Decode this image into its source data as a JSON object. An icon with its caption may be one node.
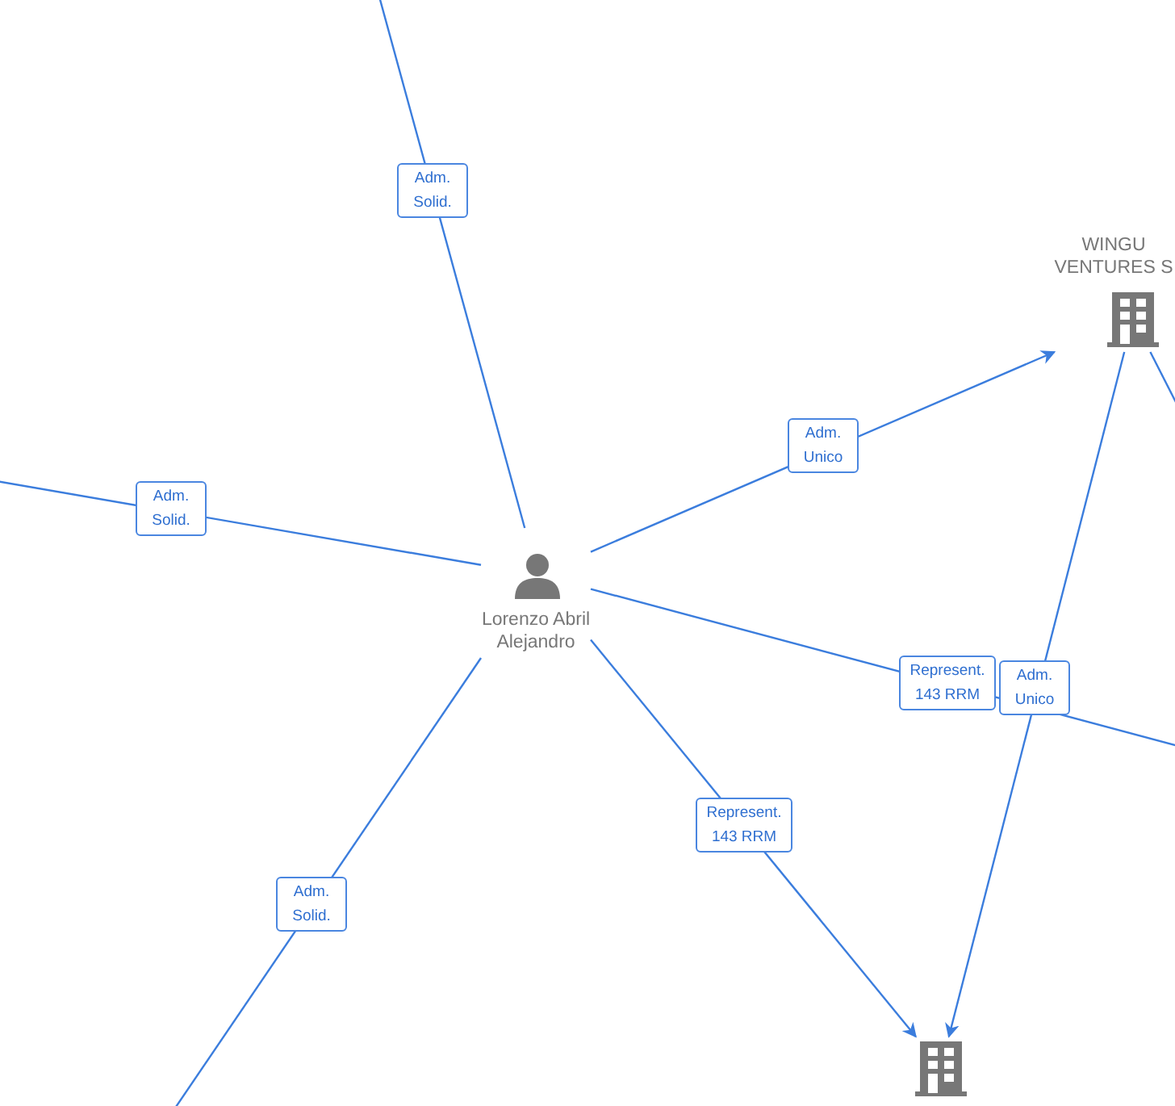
{
  "diagram": {
    "nodes": [
      {
        "text": [
          "Lorenzo Abril Alejandro"
        ]
      },
      {
        "text": [
          "WINGU VENTURES S"
        ]
      },
      {
        "text": [],
        "shape": "building"
      }
    ],
    "edges": [
      {
        "from": 0,
        "to": null,
        "arrow": "none",
        "label": "Adm. Solid."
      },
      {
        "from": 0,
        "to": null,
        "arrow": "none",
        "label": "Adm. Solid."
      },
      {
        "from": 0,
        "to": 1,
        "arrow": "to",
        "label": "Adm. Unico"
      },
      {
        "from": 0,
        "to": null,
        "arrow": "none",
        "label": "Represent. 143 RRM"
      },
      {
        "from": 0,
        "to": 2,
        "arrow": "to",
        "label": "Represent. 143 RRM"
      },
      {
        "from": 0,
        "to": null,
        "arrow": "none",
        "label": "Adm. Solid."
      },
      {
        "from": 1,
        "to": 2,
        "arrow": "to",
        "label": "Adm. Unico"
      },
      {
        "from": 1,
        "to": null,
        "arrow": "none"
      }
    ]
  }
}
